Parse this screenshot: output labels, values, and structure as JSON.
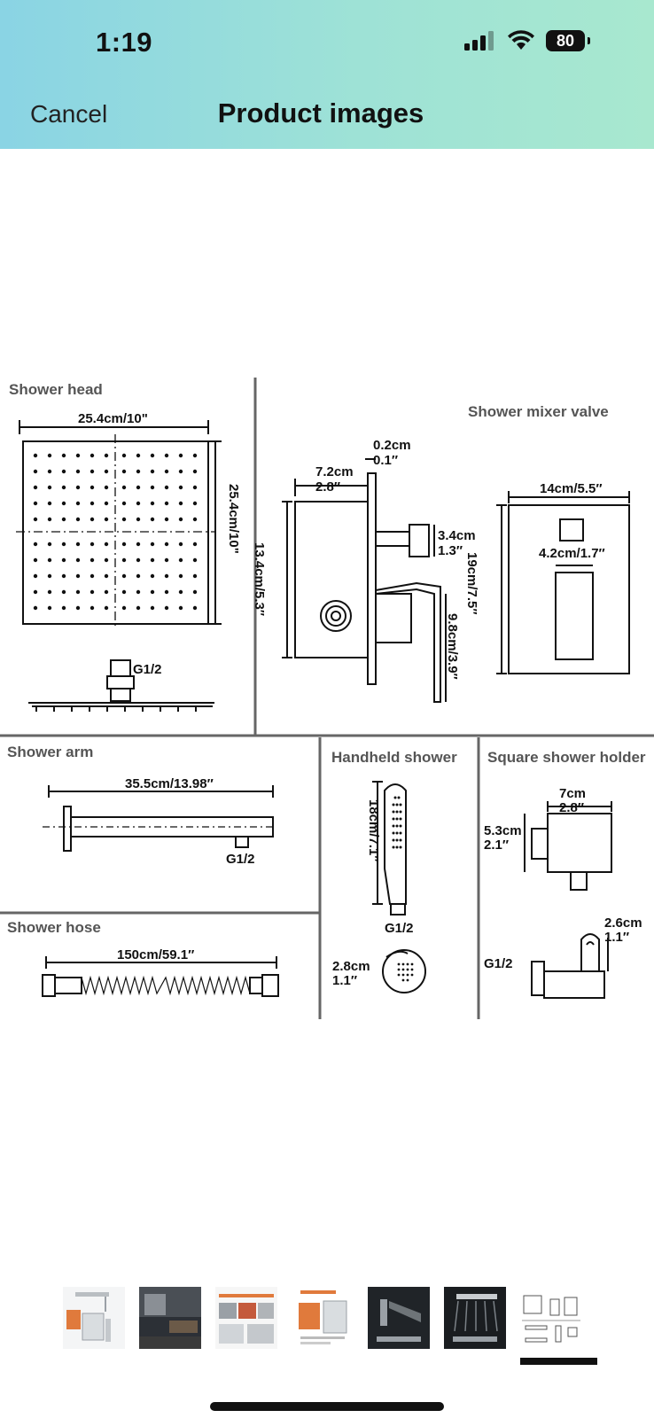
{
  "status_bar": {
    "time": "1:19",
    "battery": "80"
  },
  "nav": {
    "cancel": "Cancel",
    "title": "Product images"
  },
  "diagram": {
    "sections": {
      "shower_head": "Shower head",
      "mixer_valve": "Shower mixer valve",
      "shower_arm": "Shower arm",
      "handheld": "Handheld shower",
      "holder": "Square shower holder",
      "hose": "Shower hose"
    },
    "dims": {
      "head_width": "25.4cm/10\"",
      "head_height": "25.4cm/10\"",
      "head_thread": "G1/2",
      "valve_plate_cm": "0.2cm",
      "valve_plate_in": "0.1″",
      "valve_depth_cm": "7.2cm",
      "valve_depth_in": "2.8″",
      "valve_height": "13.4cm/5.3″",
      "valve_outlet_cm": "3.4cm",
      "valve_outlet_in": "1.3″",
      "valve_handle": "9.8cm/3.9″",
      "trim_width": "14cm/5.5″",
      "trim_height": "19cm/7.5″",
      "trim_handle": "4.2cm/1.7″",
      "arm_length": "35.5cm/13.98″",
      "arm_thread": "G1/2",
      "hand_length": "18cm/7.1″",
      "hand_thread": "G1/2",
      "hand_face_cm": "2.8cm",
      "hand_face_in": "1.1″",
      "holder_width_cm": "7cm",
      "holder_width_in": "2.8″",
      "holder_height_cm": "5.3cm",
      "holder_height_in": "2.1″",
      "holder_side_cm": "2.6cm",
      "holder_side_in": "1.1″",
      "holder_thread": "G1/2",
      "hose_length": "150cm/59.1″"
    }
  },
  "thumbnails": {
    "count": 7,
    "selected_index": 6,
    "items": [
      {
        "icon": "shower-set-thumb",
        "colors": [
          "#d9dde0",
          "#e07a3c"
        ]
      },
      {
        "icon": "bathroom-photo-thumb",
        "colors": [
          "#6b5a48",
          "#2c3036"
        ]
      },
      {
        "icon": "install-steps-thumb",
        "colors": [
          "#e8e8e8",
          "#c45a3c"
        ]
      },
      {
        "icon": "valve-parts-thumb",
        "colors": [
          "#f0f0f0",
          "#e07a3c"
        ]
      },
      {
        "icon": "dark-shower-thumb",
        "colors": [
          "#202428",
          "#9aa0a6"
        ]
      },
      {
        "icon": "rain-shower-thumb",
        "colors": [
          "#1a1d20",
          "#c8ccd0"
        ]
      },
      {
        "icon": "dimension-drawing-thumb",
        "colors": [
          "#ffffff",
          "#555555"
        ]
      }
    ]
  }
}
